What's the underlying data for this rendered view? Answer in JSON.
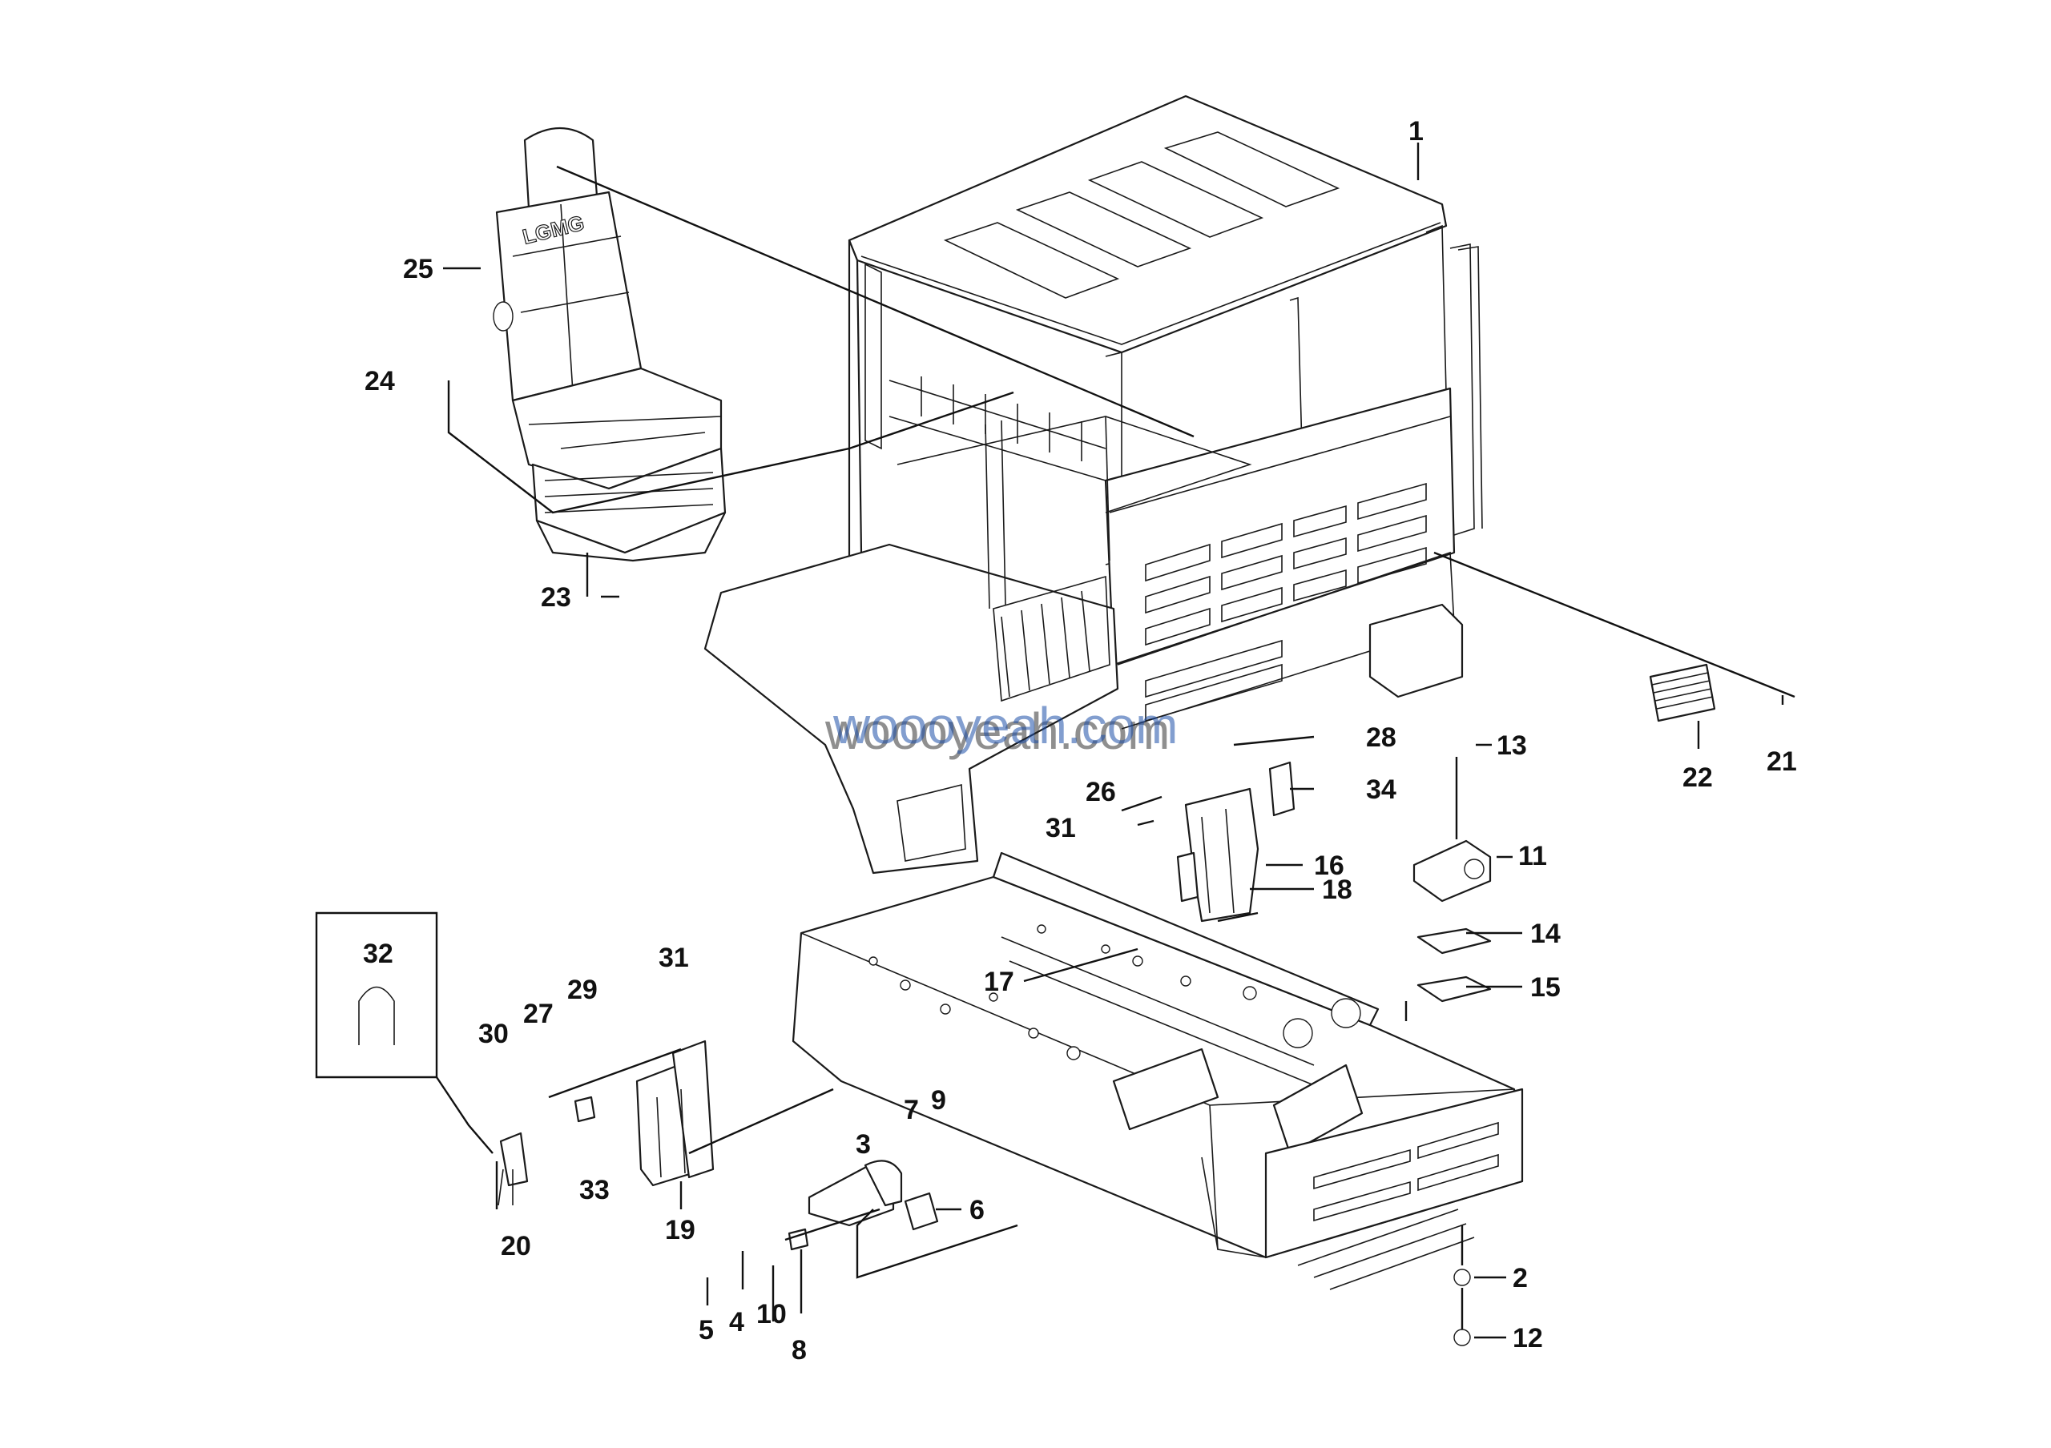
{
  "callouts": {
    "c1": "1",
    "c2": "2",
    "c3": "3",
    "c4": "4",
    "c5": "5",
    "c6": "6",
    "c7": "7",
    "c8": "8",
    "c9": "9",
    "c10": "10",
    "c11": "11",
    "c12": "12",
    "c13": "13",
    "c14": "14",
    "c15": "15",
    "c16": "16",
    "c17": "17",
    "c18": "18",
    "c19": "19",
    "c20": "20",
    "c21": "21",
    "c22": "22",
    "c23": "23",
    "c24": "24",
    "c25": "25",
    "c26": "26",
    "c27": "27",
    "c28": "28",
    "c29": "29",
    "c30": "30",
    "c31a": "31",
    "c31b": "31",
    "c32": "32",
    "c33": "33",
    "c34": "34"
  },
  "seat_logo": "LGMG",
  "watermark": "woooyeah.com",
  "colors": {
    "line": "#1a1a1a",
    "watermark": "#1d4fa8",
    "background": "#ffffff"
  }
}
